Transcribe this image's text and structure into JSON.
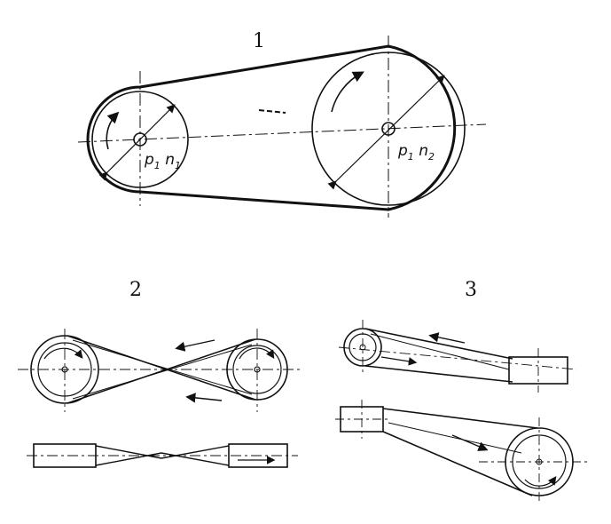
{
  "figure": {
    "labels": {
      "fig1": "1",
      "fig2": "2",
      "fig3": "3"
    },
    "annotations": {
      "small_pulley": {
        "p": "p",
        "p_sub": "1",
        "n": "n",
        "n_sub": "1"
      },
      "large_pulley": {
        "p": "p",
        "p_sub": "1",
        "n": "n",
        "n_sub": "2"
      }
    },
    "colors": {
      "ink": "#111111",
      "paper": "#ffffff"
    }
  }
}
